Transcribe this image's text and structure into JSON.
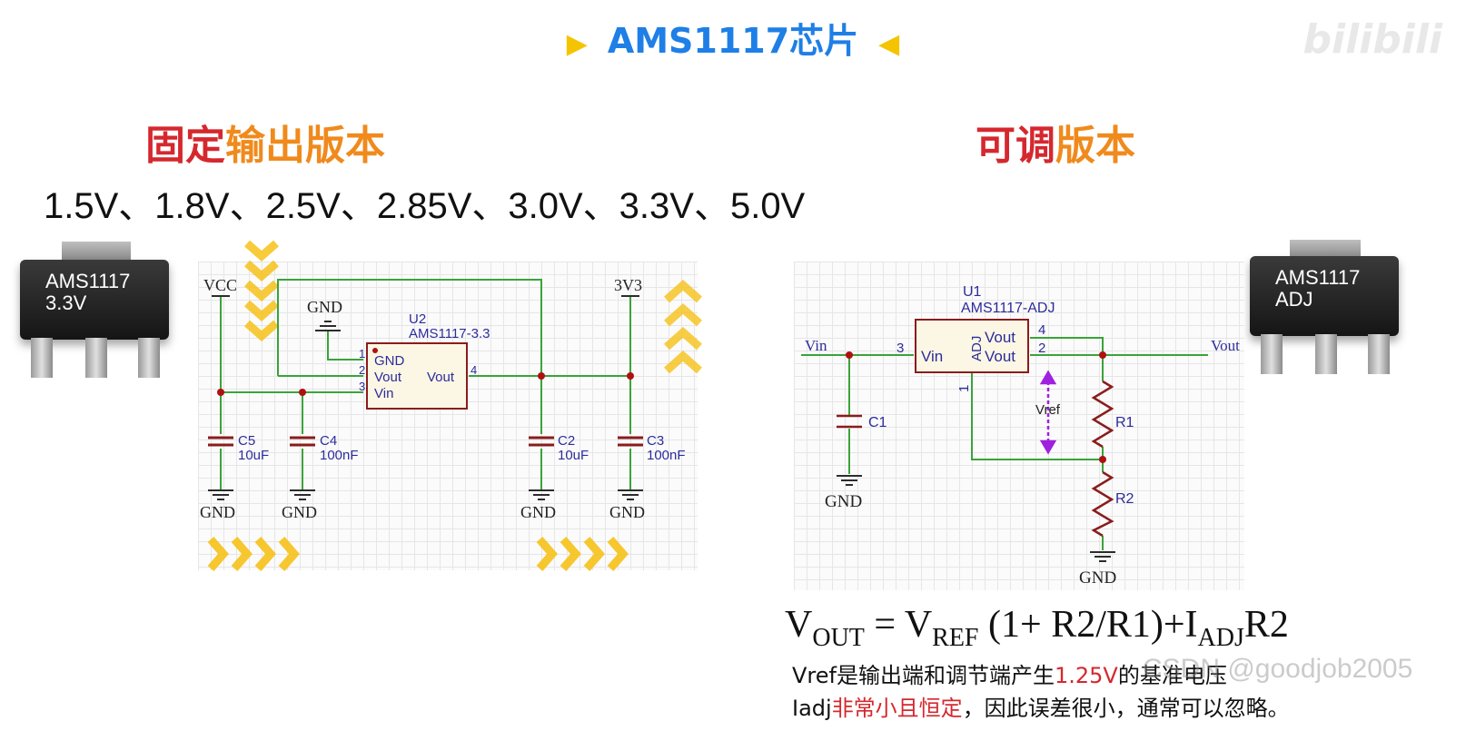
{
  "title": {
    "left_marker": "▶",
    "text": "AMS1117芯片",
    "right_marker": "◀"
  },
  "watermark_logo": "bilibili",
  "left": {
    "heading_red": "固定",
    "heading_orange": "输出版本",
    "voltages": "1.5V、1.8V、2.5V、2.85V、3.0V、3.3V、5.0V",
    "chip": {
      "line1": "AMS1117",
      "line2": "3.3V"
    },
    "schematic": {
      "vcc": "VCC",
      "v3v3": "3V3",
      "gnd": "GND",
      "u_ref": "U2",
      "u_part": "AMS1117-3.3",
      "pin1": "1",
      "pin2": "2",
      "pin3": "3",
      "pin4": "4",
      "pin_gnd": "GND",
      "pin_vout_l": "Vout",
      "pin_vin": "Vin",
      "pin_vout_r": "Vout",
      "c5": "C5",
      "c5v": "10uF",
      "c4": "C4",
      "c4v": "100nF",
      "c2": "C2",
      "c2v": "10uF",
      "c3": "C3",
      "c3v": "100nF"
    }
  },
  "right": {
    "heading_red": "可调",
    "heading_orange": "版本",
    "chip": {
      "line1": "AMS1117",
      "line2": "ADJ"
    },
    "schematic": {
      "u_ref": "U1",
      "u_part": "AMS1117-ADJ",
      "vin": "Vin",
      "vout": "Vout",
      "pin3": "3",
      "pin4": "4",
      "pin2": "2",
      "pin1": "1",
      "pin_vin": "Vin",
      "pin_adj": "ADJ",
      "pin_vout1": "Vout",
      "pin_vout2": "Vout",
      "c1": "C1",
      "r1": "R1",
      "r2": "R2",
      "vref": "Vref",
      "gnd": "GND"
    },
    "formula": {
      "v": "V",
      "out": "OUT",
      "eq": " = V",
      "ref": "REF",
      "mid": " (1+ R2/R1)+I",
      "adj": "ADJ",
      "end": "R2"
    },
    "note1": {
      "a": "Vref是输出端和调节端产生",
      "b": "1.25V",
      "c": "的基准电压"
    },
    "note2": {
      "a": "Iadj",
      "b": "非常小且恒定",
      "c": "，因此误差很小，通常可以忽略。"
    }
  },
  "watermark_text": "CSDN @goodjob2005",
  "colors": {
    "wire": "#3aa33a",
    "pin": "#2c2c9c",
    "junction": "#b01010",
    "part": "#8a1c1c",
    "title": "#1e7fe6",
    "red": "#d5282e",
    "orange": "#f08a1c",
    "arrow": "#a020e0"
  }
}
